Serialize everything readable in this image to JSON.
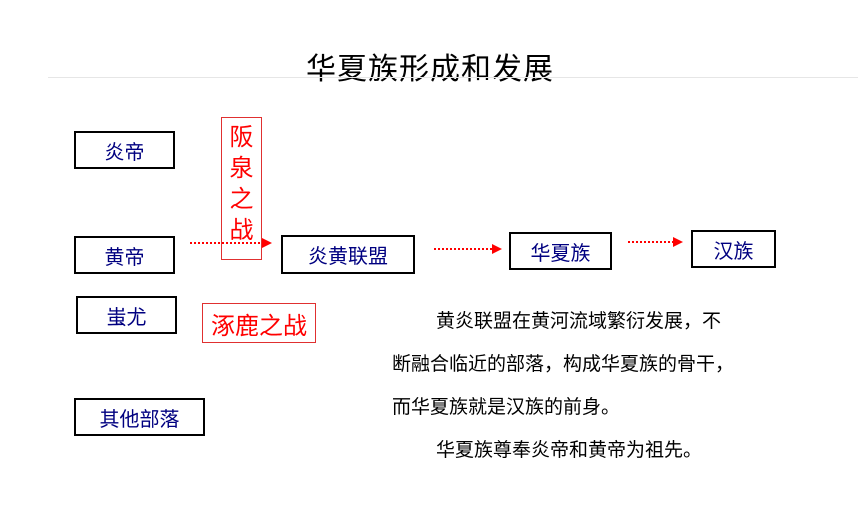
{
  "title": "华夏族形成和发展",
  "tribes": {
    "yandi": "炎帝",
    "huangdi": "黄帝",
    "chiyou": "蚩尤",
    "others": "其他部落"
  },
  "battles": {
    "banquan": [
      "阪",
      "泉",
      "之",
      "战"
    ],
    "zhuolu": "涿鹿之战"
  },
  "stages": {
    "alliance": "炎黄联盟",
    "huaxia": "华夏族",
    "han": "汉族"
  },
  "description": {
    "line1": "黄炎联盟在黄河流域繁衍发展，不",
    "line2": "断融合临近的部落，构成华夏族的骨干，",
    "line3": "而华夏族就是汉族的前身。",
    "line4": "华夏族尊奉炎帝和黄帝为祖先。"
  },
  "colors": {
    "box_text": "#000080",
    "battle_text": "#ff0000",
    "arrow": "#ff0000"
  }
}
